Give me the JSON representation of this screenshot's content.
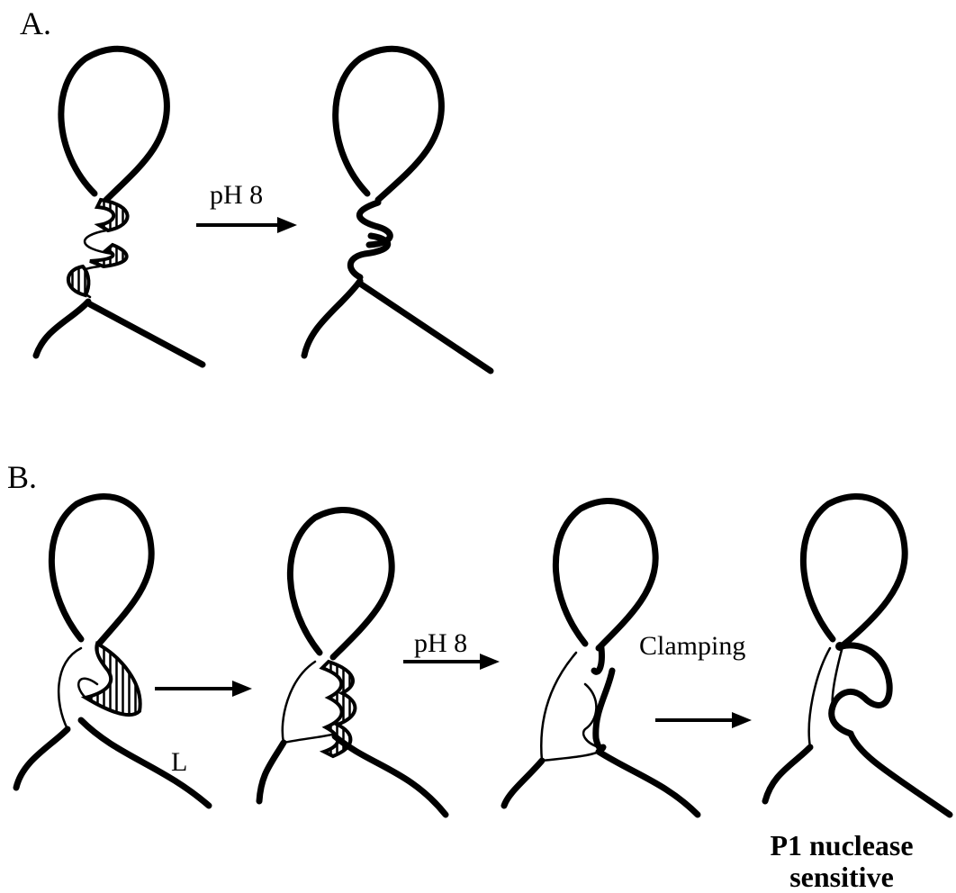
{
  "panels": {
    "a": {
      "label": "A.",
      "step_label": "pH 8"
    },
    "b": {
      "label": "B.",
      "strand_label": "L",
      "step1_label": "pH 8",
      "step2_label": "Clamping",
      "note_line1": "P1 nuclease",
      "note_line2": "sensitive"
    }
  }
}
